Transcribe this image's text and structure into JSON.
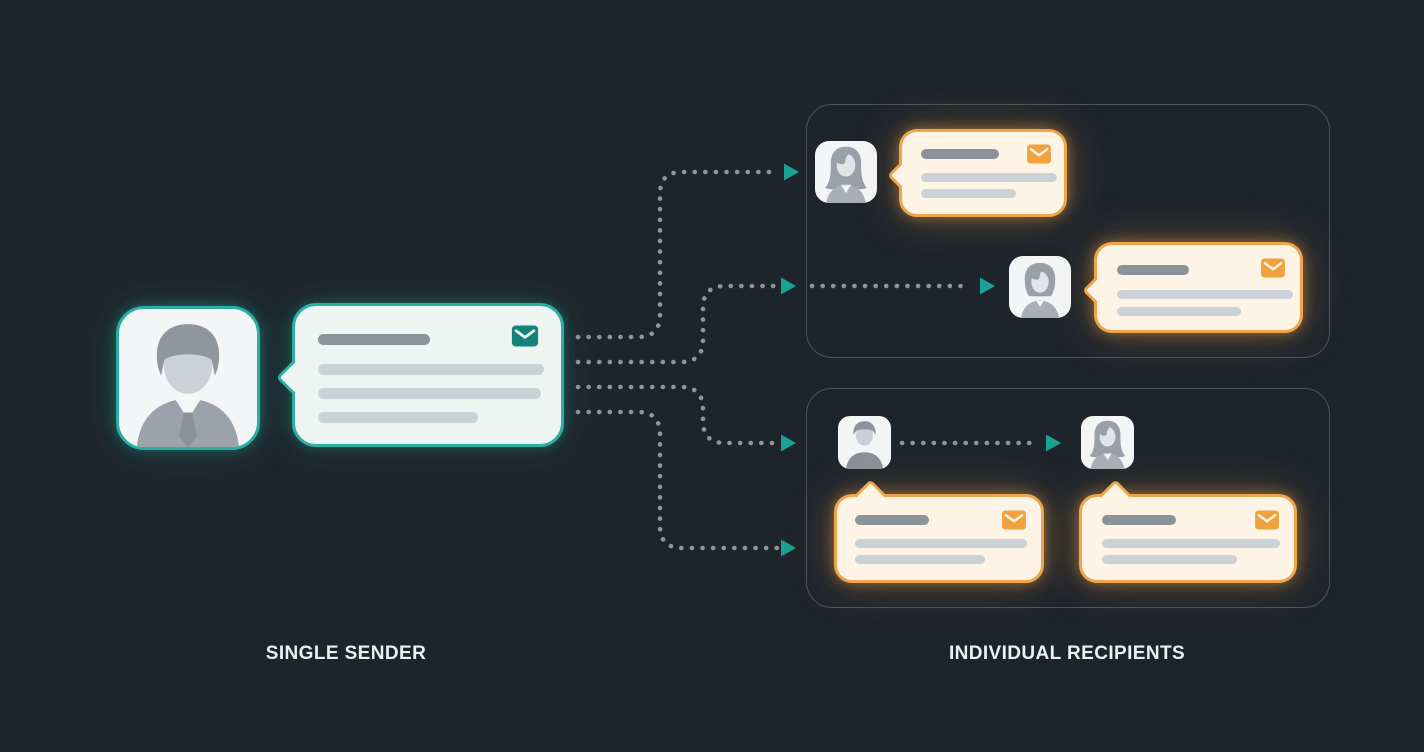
{
  "labels": {
    "sender": "SINGLE SENDER",
    "recipients": "INDIVIDUAL RECIPIENTS"
  },
  "colors": {
    "background": "#1e242c",
    "panel_border": "#4d545d",
    "teal_accent": "#29b0a3",
    "teal_envelope": "#17827b",
    "orange_accent": "#f0a44b",
    "orange_envelope": "#f0a23e",
    "sender_bubble_bg": "#edf4f1",
    "recipient_bubble_bg": "#fdf4e6",
    "avatar_bg": "#f3f5f7",
    "bar_dark": "#8b929c",
    "bar_light": "#ccd1d7",
    "dot_line": "#8f959d",
    "arrow": "#19a295",
    "label_text": "#edeff2"
  },
  "icons": {
    "message": "envelope-icon",
    "connector_arrow": "triangle-right-icon"
  },
  "sender": {
    "avatar": "male-professional-suit",
    "message": {
      "accent": "teal",
      "title_bars": 1,
      "body_bars": 3,
      "icon": "envelope-icon"
    }
  },
  "recipient_groups": [
    {
      "name": "group-1",
      "recipients": [
        {
          "avatar": "female-long-hair",
          "message": {
            "accent": "orange",
            "title_bars": 1,
            "body_bars": 2,
            "icon": "envelope-icon"
          }
        },
        {
          "avatar": "female-bob-hair",
          "message": {
            "accent": "orange",
            "title_bars": 1,
            "body_bars": 2,
            "icon": "envelope-icon"
          }
        }
      ]
    },
    {
      "name": "group-2",
      "recipients": [
        {
          "avatar": "male-short-hair",
          "message": {
            "accent": "orange",
            "title_bars": 1,
            "body_bars": 2,
            "icon": "envelope-icon"
          }
        },
        {
          "avatar": "female-long-hair",
          "message": {
            "accent": "orange",
            "title_bars": 1,
            "body_bars": 2,
            "icon": "envelope-icon"
          }
        }
      ]
    }
  ],
  "connections": {
    "from_sender": 4,
    "within_groups": 2,
    "style": "dotted-with-arrowheads"
  }
}
